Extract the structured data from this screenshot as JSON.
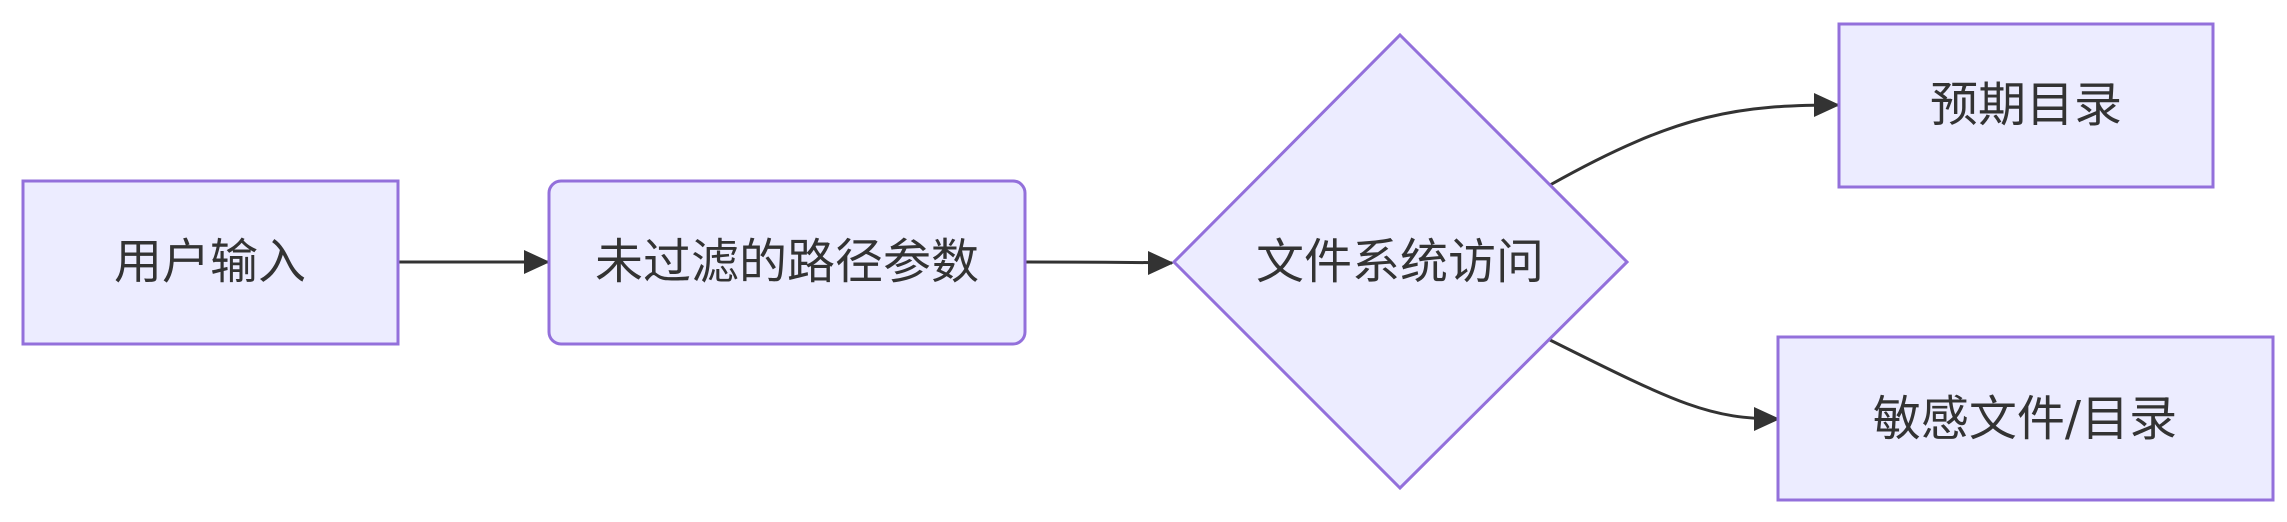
{
  "flowchart": {
    "nodes": {
      "user_input": {
        "label": "用户输入",
        "shape": "rectangle"
      },
      "unfiltered_param": {
        "label": "未过滤的路径参数",
        "shape": "rounded-rectangle"
      },
      "fs_access": {
        "label": "文件系统访问",
        "shape": "diamond"
      },
      "expected_dir": {
        "label": "预期目录",
        "shape": "rectangle"
      },
      "sensitive_files": {
        "label": "敏感文件/目录",
        "shape": "rectangle"
      }
    },
    "edges": [
      {
        "from": "user_input",
        "to": "unfiltered_param"
      },
      {
        "from": "unfiltered_param",
        "to": "fs_access"
      },
      {
        "from": "fs_access",
        "to": "expected_dir"
      },
      {
        "from": "fs_access",
        "to": "sensitive_files"
      }
    ],
    "colors": {
      "node_fill": "#ECECFF",
      "node_stroke": "#9370DB",
      "edge": "#333333",
      "text": "#333333"
    }
  }
}
